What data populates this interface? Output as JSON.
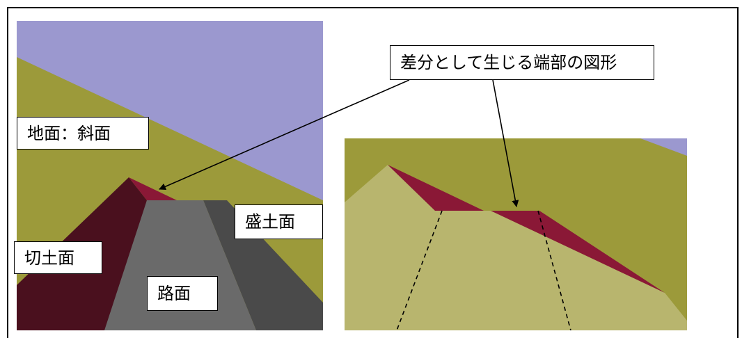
{
  "colors": {
    "sky": "#9b98cf",
    "ground": "#9c9a3a",
    "cut_slope": "#4a101e",
    "fill_slope": "#4a4a4a",
    "road": "#6a6a6a",
    "edge": "#8a1836",
    "cut_surface_light": "#b8b56e"
  },
  "labels": {
    "ground_slope": "地面：斜面",
    "cut_slope": "切土面",
    "fill_slope": "盛土面",
    "road_surface": "路面",
    "edge_shape": "差分として生じる端部の図形"
  }
}
